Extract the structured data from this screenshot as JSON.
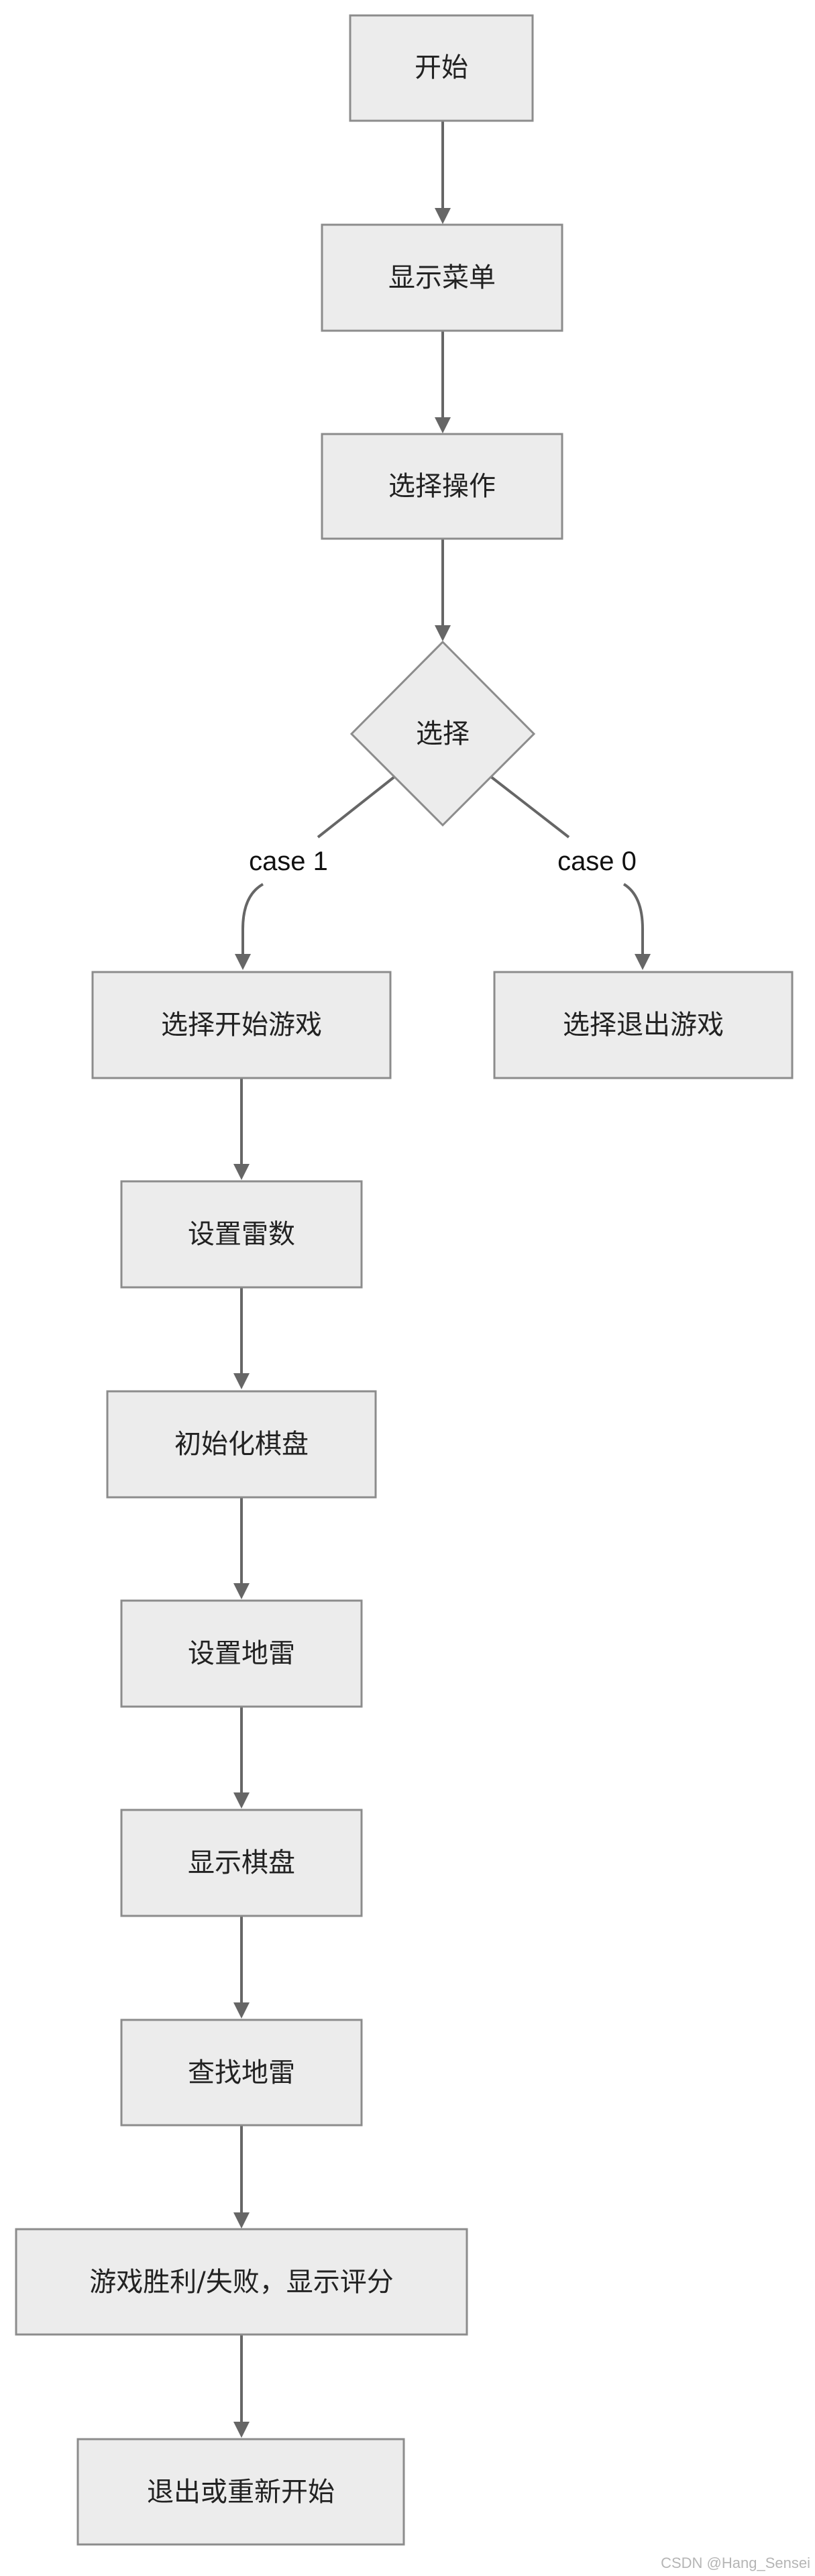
{
  "nodes": {
    "start": "开始",
    "show_menu": "显示菜单",
    "select_op": "选择操作",
    "choice": "选择",
    "start_game": "选择开始游戏",
    "exit_game": "选择退出游戏",
    "set_mine_count": "设置雷数",
    "init_board": "初始化棋盘",
    "set_mines": "设置地雷",
    "show_board": "显示棋盘",
    "find_mines": "查找地雷",
    "result": "游戏胜利/失败，显示评分",
    "exit_or_restart": "退出或重新开始"
  },
  "edges": {
    "case1": "case 1",
    "case0": "case 0"
  },
  "watermark": "CSDN @Hang_Sensei",
  "colors": {
    "node_fill": "#ececec",
    "node_border": "#8c8c8c",
    "edge": "#666666"
  }
}
